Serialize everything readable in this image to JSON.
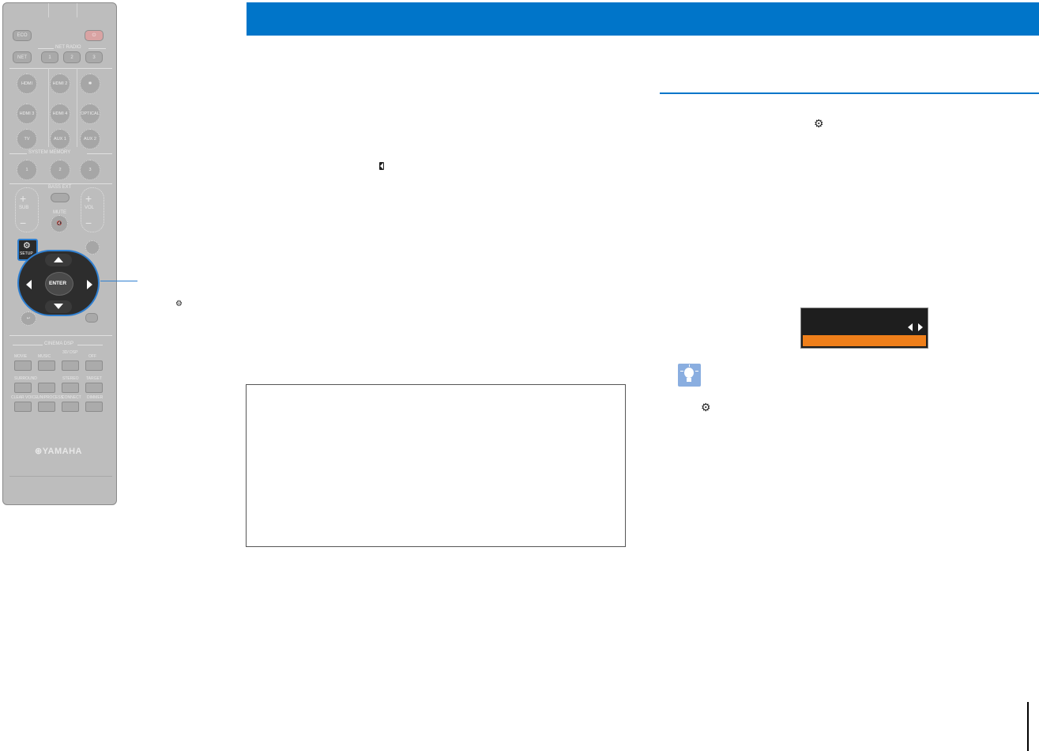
{
  "remote": {
    "eco": "ECO",
    "net": "NET",
    "net_radio": "NET RADIO",
    "net_radio_presets": [
      "1",
      "2",
      "3"
    ],
    "input_buttons": [
      "HDMI",
      "HDMI 2",
      "✱",
      "HDMI 3",
      "HDMI 4",
      "OPTICAL",
      "TV",
      "AUX 1",
      "AUX 2"
    ],
    "system_memory": "SYSTEM MEMORY",
    "memory_presets": [
      "1",
      "2",
      "3"
    ],
    "subwoofer_label": "SUB",
    "volume_label": "VOL",
    "mute": "MUTE",
    "bass_ext": "BASS EXT",
    "setup": "SETUP",
    "enter": "ENTER",
    "cinema_dsp": "CINEMA DSP",
    "dsp_row1": [
      "MOVIE",
      "MUSIC",
      "3D/ DSP",
      "OFF"
    ],
    "dsp_row2": [
      "SURROUND",
      "STEREO",
      "TARGET"
    ],
    "dsp_row3": [
      "CLEAR VOICE",
      "UNIPROCESS",
      "CONNECT",
      "DIMMER"
    ],
    "brand": "YAMAHA"
  },
  "colors": {
    "header_blue": "#0075c9",
    "accent_orange": "#ef7f1a",
    "display_frame": "#1e1e1e",
    "tip_icon": "#8aaee0"
  }
}
